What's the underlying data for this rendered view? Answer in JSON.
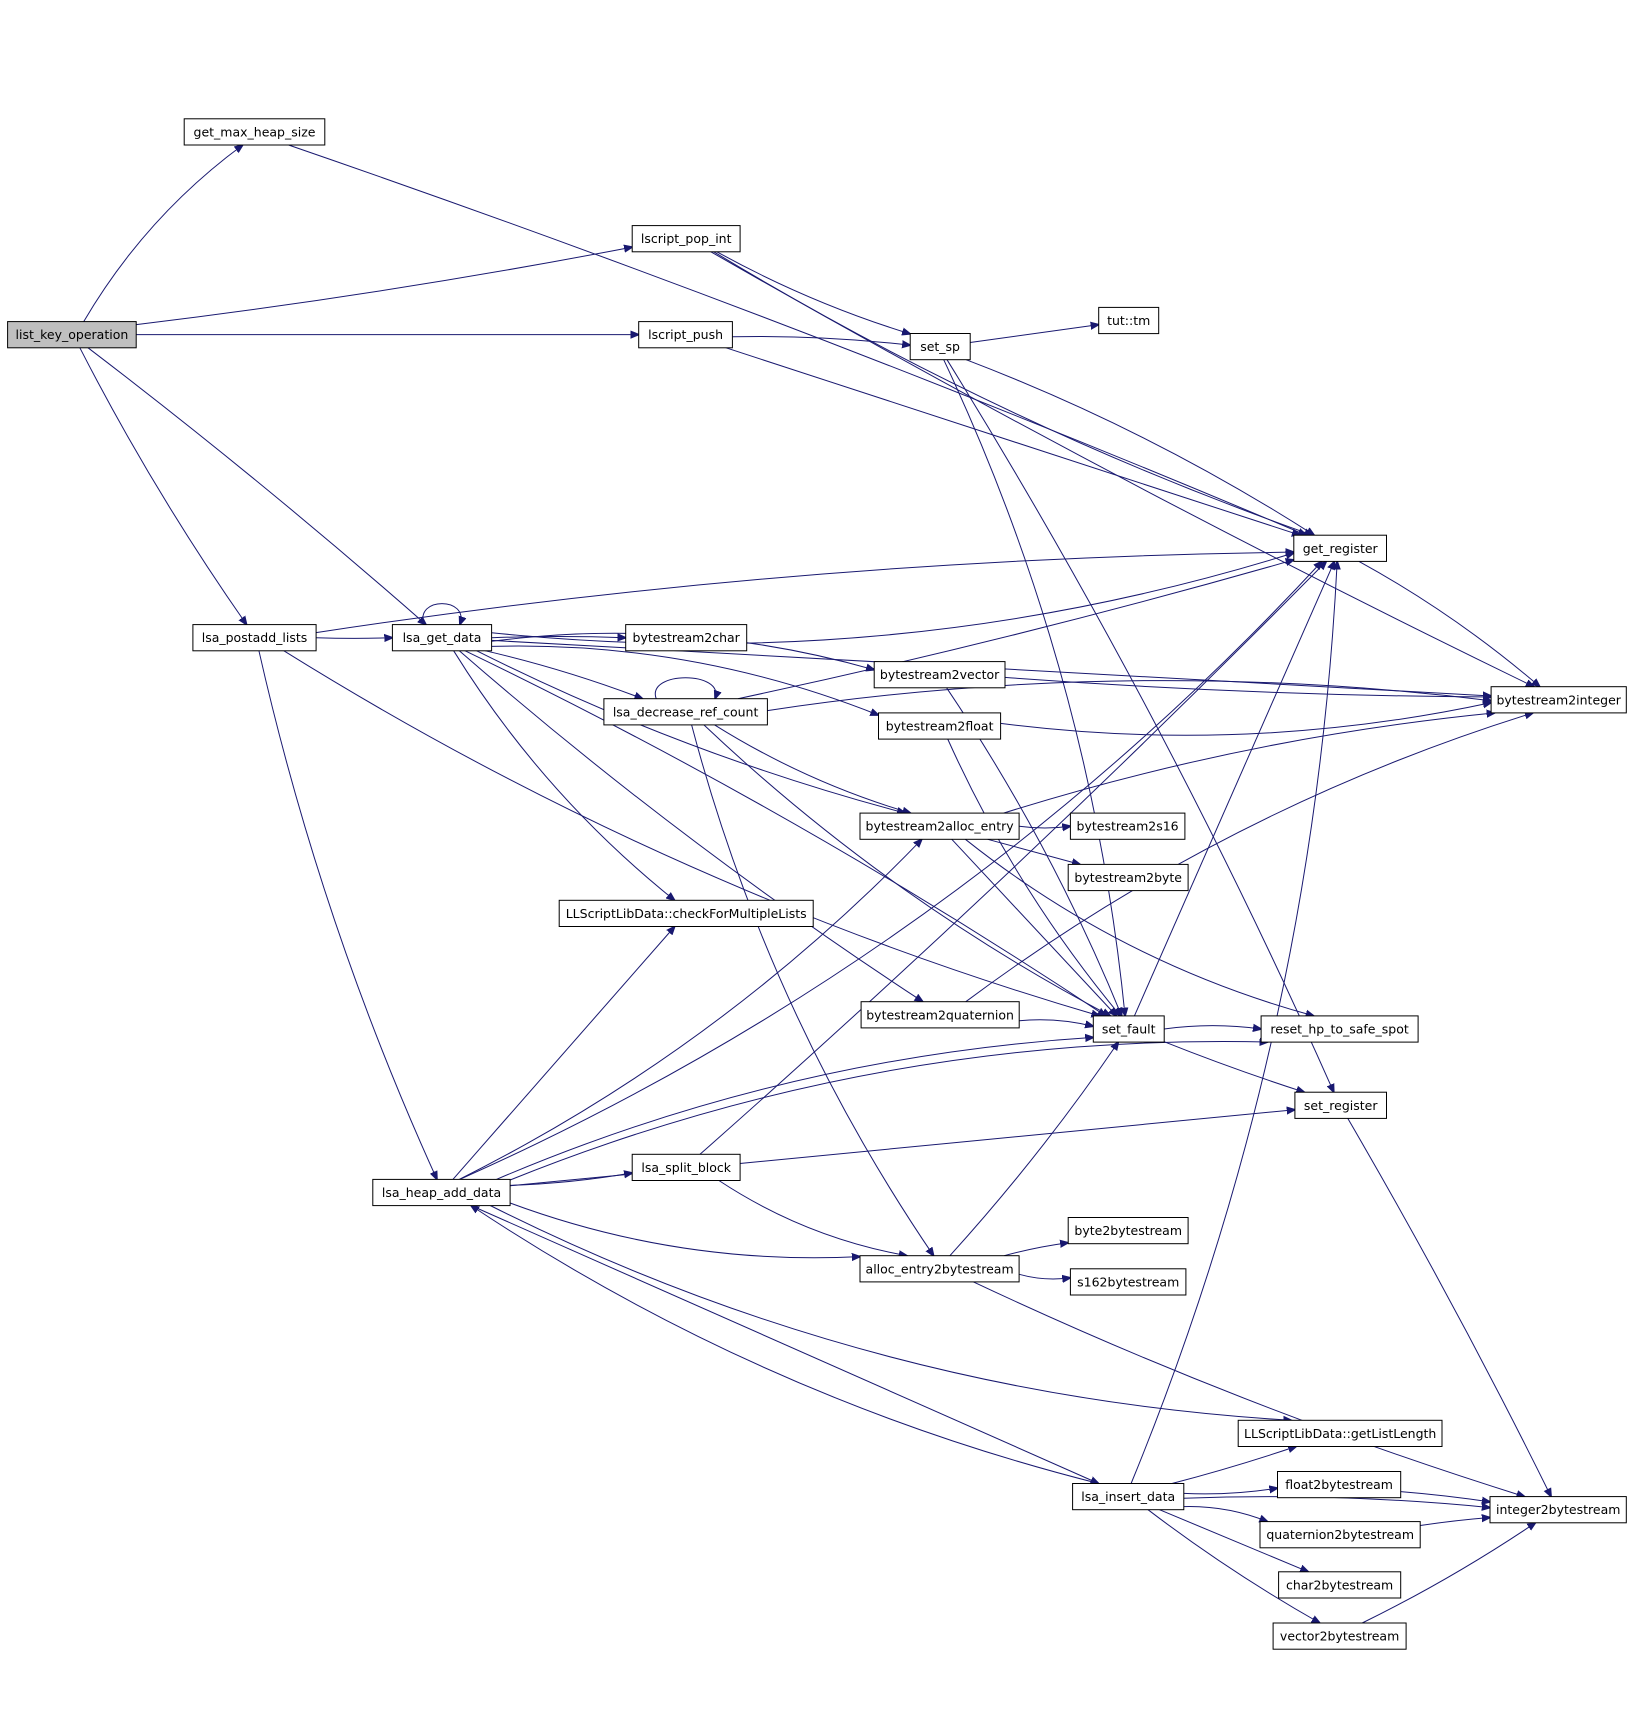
{
  "nodes": [
    {
      "id": "list_key_operation",
      "label": "list_key_operation",
      "root": true
    },
    {
      "id": "get_max_heap_size",
      "label": "get_max_heap_size"
    },
    {
      "id": "lscript_pop_int",
      "label": "lscript_pop_int"
    },
    {
      "id": "lscript_push",
      "label": "lscript_push"
    },
    {
      "id": "set_sp",
      "label": "set_sp"
    },
    {
      "id": "tut_tm",
      "label": "tut::tm"
    },
    {
      "id": "get_register",
      "label": "get_register"
    },
    {
      "id": "lsa_postadd_lists",
      "label": "lsa_postadd_lists"
    },
    {
      "id": "lsa_get_data",
      "label": "lsa_get_data"
    },
    {
      "id": "bytestream2char",
      "label": "bytestream2char"
    },
    {
      "id": "bytestream2vector",
      "label": "bytestream2vector"
    },
    {
      "id": "bytestream2integer",
      "label": "bytestream2integer"
    },
    {
      "id": "lsa_decrease_ref_count",
      "label": "lsa_decrease_ref_count"
    },
    {
      "id": "bytestream2float",
      "label": "bytestream2float"
    },
    {
      "id": "bytestream2alloc_entry",
      "label": "bytestream2alloc_entry"
    },
    {
      "id": "bytestream2s16",
      "label": "bytestream2s16"
    },
    {
      "id": "bytestream2byte",
      "label": "bytestream2byte"
    },
    {
      "id": "checkForMultipleLists",
      "label": "LLScriptLibData::checkForMultipleLists"
    },
    {
      "id": "bytestream2quaternion",
      "label": "bytestream2quaternion"
    },
    {
      "id": "set_fault",
      "label": "set_fault"
    },
    {
      "id": "reset_hp_to_safe_spot",
      "label": "reset_hp_to_safe_spot"
    },
    {
      "id": "set_register",
      "label": "set_register"
    },
    {
      "id": "lsa_split_block",
      "label": "lsa_split_block"
    },
    {
      "id": "lsa_heap_add_data",
      "label": "lsa_heap_add_data"
    },
    {
      "id": "byte2bytestream",
      "label": "byte2bytestream"
    },
    {
      "id": "alloc_entry2bytestream",
      "label": "alloc_entry2bytestream"
    },
    {
      "id": "s162bytestream",
      "label": "s162bytestream"
    },
    {
      "id": "getListLength",
      "label": "LLScriptLibData::getListLength"
    },
    {
      "id": "float2bytestream",
      "label": "float2bytestream"
    },
    {
      "id": "lsa_insert_data",
      "label": "lsa_insert_data"
    },
    {
      "id": "integer2bytestream",
      "label": "integer2bytestream"
    },
    {
      "id": "quaternion2bytestream",
      "label": "quaternion2bytestream"
    },
    {
      "id": "char2bytestream",
      "label": "char2bytestream"
    },
    {
      "id": "vector2bytestream",
      "label": "vector2bytestream"
    }
  ],
  "edges": [
    [
      "list_key_operation",
      "get_max_heap_size"
    ],
    [
      "list_key_operation",
      "lscript_pop_int"
    ],
    [
      "list_key_operation",
      "lscript_push"
    ],
    [
      "list_key_operation",
      "lsa_postadd_lists"
    ],
    [
      "list_key_operation",
      "lsa_get_data"
    ],
    [
      "get_max_heap_size",
      "get_register"
    ],
    [
      "lscript_pop_int",
      "set_sp"
    ],
    [
      "lscript_pop_int",
      "get_register"
    ],
    [
      "lscript_pop_int",
      "bytestream2integer"
    ],
    [
      "lscript_push",
      "set_sp"
    ],
    [
      "lscript_push",
      "get_register"
    ],
    [
      "set_sp",
      "tut_tm"
    ],
    [
      "set_sp",
      "get_register"
    ],
    [
      "set_sp",
      "set_fault"
    ],
    [
      "set_sp",
      "set_register"
    ],
    [
      "get_register",
      "bytestream2integer"
    ],
    [
      "lsa_postadd_lists",
      "lsa_get_data"
    ],
    [
      "lsa_postadd_lists",
      "get_register"
    ],
    [
      "lsa_postadd_lists",
      "set_fault"
    ],
    [
      "lsa_postadd_lists",
      "lsa_heap_add_data"
    ],
    [
      "lsa_get_data",
      "lsa_get_data"
    ],
    [
      "lsa_get_data",
      "bytestream2char"
    ],
    [
      "lsa_get_data",
      "get_register"
    ],
    [
      "lsa_get_data",
      "bytestream2integer"
    ],
    [
      "lsa_get_data",
      "bytestream2vector"
    ],
    [
      "lsa_get_data",
      "bytestream2float"
    ],
    [
      "lsa_get_data",
      "lsa_decrease_ref_count"
    ],
    [
      "lsa_get_data",
      "bytestream2alloc_entry"
    ],
    [
      "lsa_get_data",
      "checkForMultipleLists"
    ],
    [
      "lsa_get_data",
      "bytestream2quaternion"
    ],
    [
      "lsa_get_data",
      "set_fault"
    ],
    [
      "lsa_decrease_ref_count",
      "lsa_decrease_ref_count"
    ],
    [
      "lsa_decrease_ref_count",
      "get_register"
    ],
    [
      "lsa_decrease_ref_count",
      "bytestream2integer"
    ],
    [
      "lsa_decrease_ref_count",
      "bytestream2alloc_entry"
    ],
    [
      "lsa_decrease_ref_count",
      "set_fault"
    ],
    [
      "lsa_decrease_ref_count",
      "alloc_entry2bytestream"
    ],
    [
      "bytestream2vector",
      "bytestream2integer"
    ],
    [
      "bytestream2vector",
      "set_fault"
    ],
    [
      "bytestream2float",
      "bytestream2integer"
    ],
    [
      "bytestream2float",
      "set_fault"
    ],
    [
      "bytestream2alloc_entry",
      "bytestream2s16"
    ],
    [
      "bytestream2alloc_entry",
      "bytestream2byte"
    ],
    [
      "bytestream2alloc_entry",
      "bytestream2integer"
    ],
    [
      "bytestream2alloc_entry",
      "set_fault"
    ],
    [
      "bytestream2alloc_entry",
      "reset_hp_to_safe_spot"
    ],
    [
      "bytestream2quaternion",
      "set_fault"
    ],
    [
      "bytestream2quaternion",
      "bytestream2integer"
    ],
    [
      "set_fault",
      "get_register"
    ],
    [
      "set_fault",
      "reset_hp_to_safe_spot"
    ],
    [
      "set_fault",
      "set_register"
    ],
    [
      "set_register",
      "integer2bytestream"
    ],
    [
      "lsa_heap_add_data",
      "checkForMultipleLists"
    ],
    [
      "lsa_heap_add_data",
      "get_register"
    ],
    [
      "lsa_heap_add_data",
      "bytestream2alloc_entry"
    ],
    [
      "lsa_heap_add_data",
      "set_fault"
    ],
    [
      "lsa_heap_add_data",
      "lsa_split_block"
    ],
    [
      "lsa_heap_add_data",
      "reset_hp_to_safe_spot"
    ],
    [
      "lsa_heap_add_data",
      "alloc_entry2bytestream"
    ],
    [
      "lsa_heap_add_data",
      "set_register"
    ],
    [
      "lsa_heap_add_data",
      "getListLength"
    ],
    [
      "lsa_heap_add_data",
      "lsa_insert_data"
    ],
    [
      "lsa_split_block",
      "get_register"
    ],
    [
      "lsa_split_block",
      "alloc_entry2bytestream"
    ],
    [
      "alloc_entry2bytestream",
      "byte2bytestream"
    ],
    [
      "alloc_entry2bytestream",
      "s162bytestream"
    ],
    [
      "alloc_entry2bytestream",
      "set_fault"
    ],
    [
      "alloc_entry2bytestream",
      "integer2bytestream"
    ],
    [
      "lsa_insert_data",
      "lsa_heap_add_data"
    ],
    [
      "lsa_insert_data",
      "get_register"
    ],
    [
      "lsa_insert_data",
      "getListLength"
    ],
    [
      "lsa_insert_data",
      "float2bytestream"
    ],
    [
      "lsa_insert_data",
      "quaternion2bytestream"
    ],
    [
      "lsa_insert_data",
      "char2bytestream"
    ],
    [
      "lsa_insert_data",
      "vector2bytestream"
    ],
    [
      "lsa_insert_data",
      "integer2bytestream"
    ],
    [
      "float2bytestream",
      "integer2bytestream"
    ],
    [
      "quaternion2bytestream",
      "integer2bytestream"
    ],
    [
      "vector2bytestream",
      "integer2bytestream"
    ]
  ],
  "colors": {
    "edge": "#191970",
    "root_fill": "#bfbfbf",
    "node_fill": "#ffffff",
    "node_border": "#000000"
  }
}
